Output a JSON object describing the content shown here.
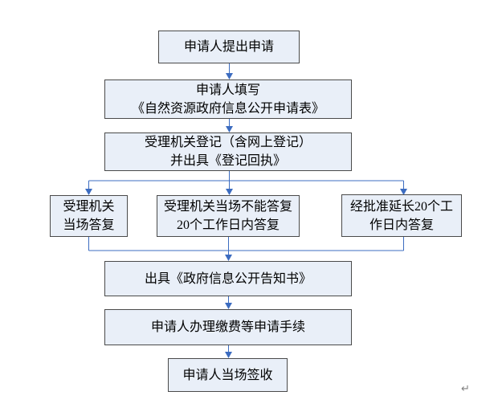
{
  "colors": {
    "box_fill": "#e9eff8",
    "box_border": "#4a4a4a",
    "connector": "#3c6cc0",
    "text": "#000000",
    "paragraph_mark_color": "#808080"
  },
  "paragraph_mark": "↵",
  "flowchart": {
    "type": "flowchart",
    "nodes": [
      {
        "id": "submit-application",
        "lines": [
          "申请人提出申请"
        ]
      },
      {
        "id": "fill-application-form",
        "lines": [
          "申请人填写",
          "《自然资源政府信息公开申请表》"
        ]
      },
      {
        "id": "register",
        "lines": [
          "受理机关登记（含网上登记）",
          "并出具《登记回执》"
        ]
      },
      {
        "id": "onsite-reply",
        "lines": [
          "受理机关",
          "当场答复"
        ]
      },
      {
        "id": "reply-within-20-days",
        "lines": [
          "受理机关当场不能答复",
          "20个工作日内答复"
        ]
      },
      {
        "id": "extended-reply",
        "lines": [
          "经批准延长20个工",
          "作日内答复"
        ]
      },
      {
        "id": "issue-notice",
        "lines": [
          "出具《政府信息公开告知书》"
        ]
      },
      {
        "id": "pay-fees",
        "lines": [
          "申请人办理缴费等申请手续"
        ]
      },
      {
        "id": "sign-receipt",
        "lines": [
          "申请人当场签收"
        ]
      }
    ],
    "edges": [
      {
        "from": "submit-application",
        "to": "fill-application-form"
      },
      {
        "from": "fill-application-form",
        "to": "register"
      },
      {
        "from": "register",
        "to": "onsite-reply"
      },
      {
        "from": "register",
        "to": "reply-within-20-days"
      },
      {
        "from": "register",
        "to": "extended-reply"
      },
      {
        "from": "onsite-reply",
        "to": "issue-notice"
      },
      {
        "from": "reply-within-20-days",
        "to": "issue-notice"
      },
      {
        "from": "extended-reply",
        "to": "issue-notice"
      },
      {
        "from": "issue-notice",
        "to": "pay-fees"
      },
      {
        "from": "pay-fees",
        "to": "sign-receipt"
      }
    ]
  }
}
